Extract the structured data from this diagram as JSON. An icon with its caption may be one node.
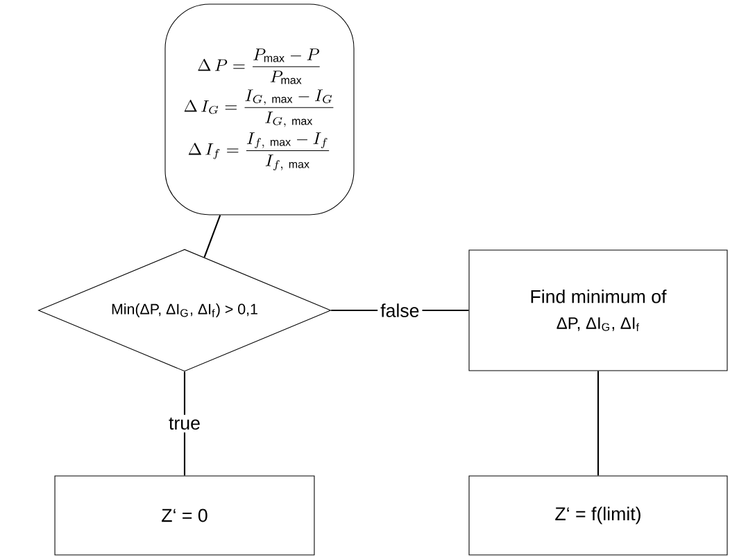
{
  "diagram": {
    "nodes": [
      {
        "text": [
          "\\Delta\\, P = \\frac{P_{\\mathrm{max}} - P}{P_{\\mathrm{max}}}",
          "\\Delta\\, I_{G} = \\frac{I_{G,\\ \\mathrm{max}} - I_{G}}{I_{G,\\ \\mathrm{max}}}",
          "\\Delta\\, I_{f} = \\frac{I_{f,\\ \\mathrm{max}} - I_{f}}{I_{f,\\ \\mathrm{max}}}"
        ]
      },
      {
        "text": [
          "Min(ΔP, ΔI$_{G}$, ΔI$_{f}$) > 0,1"
        ]
      },
      {
        "text": [
          "Find minimum of",
          "ΔP, ΔI$_{G}$, ΔI$_{f}$"
        ]
      },
      {
        "text": [
          "Z‘ = 0"
        ]
      },
      {
        "text": [
          "Z‘ = f(limit)"
        ]
      }
    ],
    "edges": [
      {
        "from": 0,
        "to": 1,
        "arrow": "none"
      },
      {
        "from": 1,
        "to": 2,
        "arrow": "none",
        "label": "false"
      },
      {
        "from": 1,
        "to": 3,
        "arrow": "none",
        "label": "true"
      },
      {
        "from": 2,
        "to": 4,
        "arrow": "none"
      }
    ]
  }
}
